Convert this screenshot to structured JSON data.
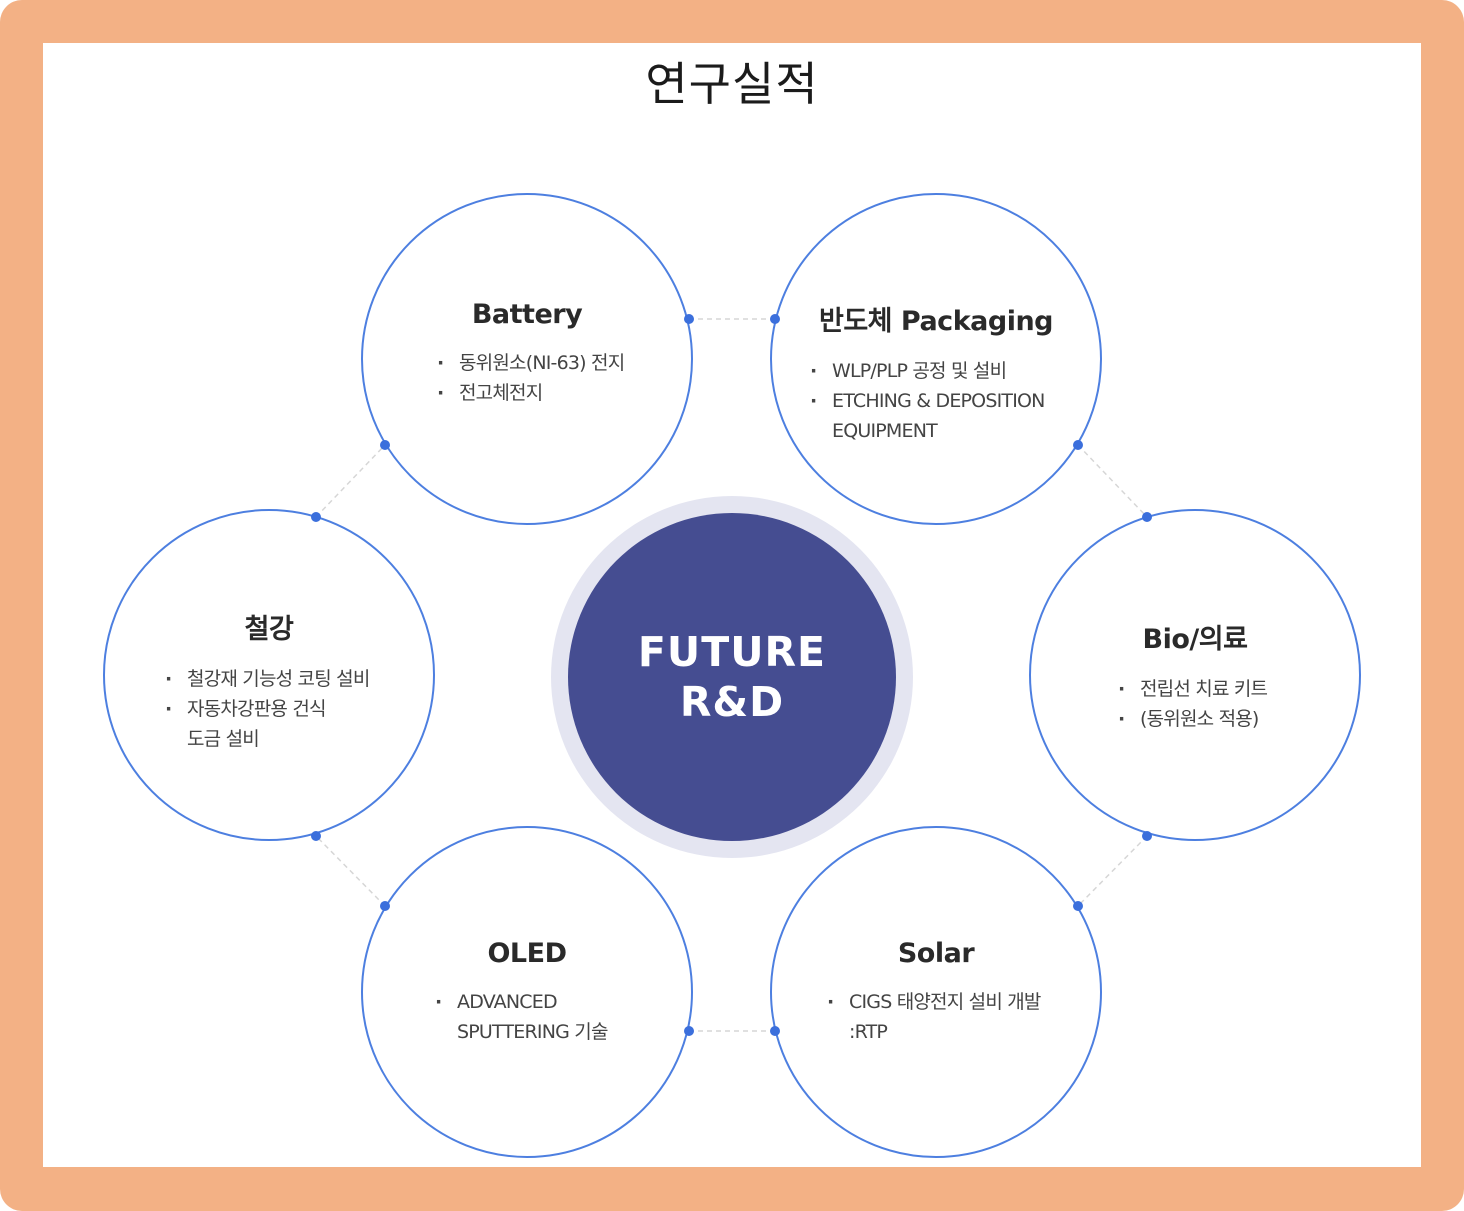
{
  "title": "연구실적",
  "center": {
    "line1": "FUTURE",
    "line2": "R&D"
  },
  "nodes": [
    {
      "title": "Battery",
      "items": [
        "동위원소(NI-63) 전지",
        "전고체전지"
      ]
    },
    {
      "title": "반도체 Packaging",
      "items": [
        "WLP/PLP 공정 및 설비",
        "ETCHING & DEPOSITION",
        "EQUIPMENT"
      ]
    },
    {
      "title": "철강",
      "items": [
        "철강재 기능성 코팅 설비",
        "자동차강판용 건식",
        "도금 설비"
      ]
    },
    {
      "title": "Bio/의료",
      "items": [
        "전립선 치료 키트",
        "(동위원소 적용)"
      ]
    },
    {
      "title": "OLED",
      "items": [
        "ADVANCED",
        "SPUTTERING 기술"
      ]
    },
    {
      "title": "Solar",
      "items": [
        "CIGS 태양전지 설비 개발",
        ":RTP"
      ]
    }
  ],
  "colors": {
    "frame": "#f3b185",
    "circle_border": "#4d7fe0",
    "dot": "#3b6fdc",
    "center": "#454d91",
    "center_halo": "#e4e5f1"
  }
}
